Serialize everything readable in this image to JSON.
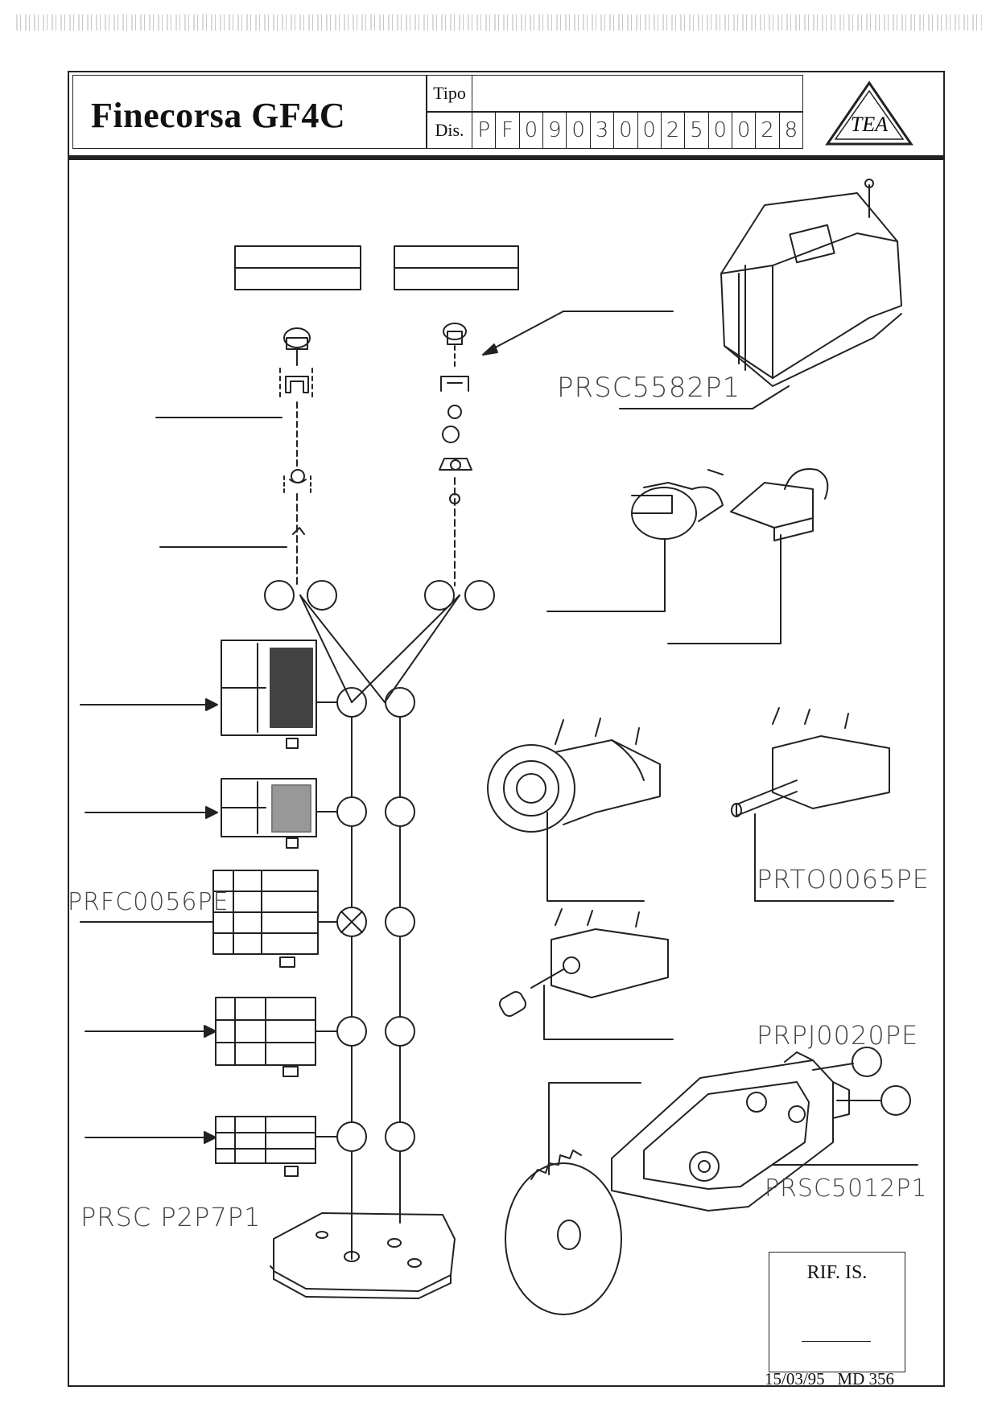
{
  "header": {
    "title": "Finecorsa GF4C",
    "tipo_label": "Tipo",
    "dis_label": "Dis.",
    "dis_digits": [
      "P",
      "F",
      "0",
      "9",
      "0",
      "3",
      "0",
      "0",
      "2",
      "5",
      "0",
      "0",
      "2",
      "8"
    ],
    "logo_text": "TEA"
  },
  "handwritten_codes": {
    "cover": "PRSC5582P1",
    "terminal_block": "PRFC0056PE",
    "shaft": "PRTO0065PE",
    "cable_gland": "PRPJ0020PE",
    "housing": "PRSC5012P1",
    "base_plate": "PRSC P2P7P1"
  },
  "rif_box": {
    "label": "RIF. IS."
  },
  "footer": {
    "date": "15/03/95",
    "model": "MD 356"
  }
}
